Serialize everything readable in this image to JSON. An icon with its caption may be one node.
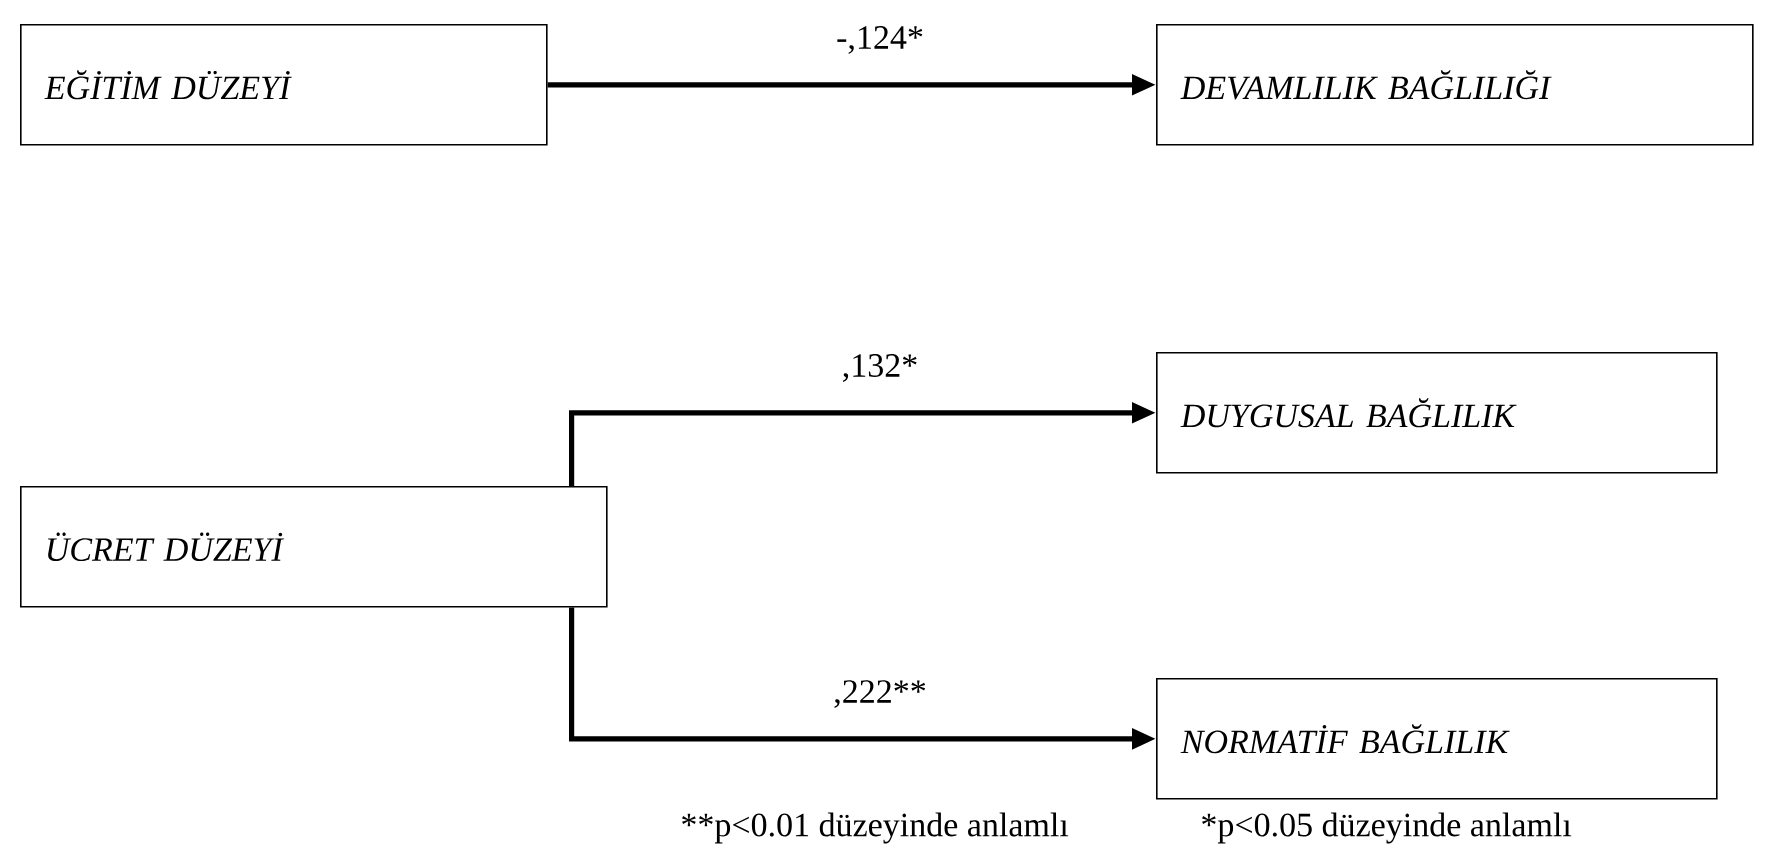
{
  "diagram": {
    "nodes": [
      {
        "text": [
          "EĞİTİM DÜZEYİ"
        ]
      },
      {
        "text": [
          "DEVAMLILIK BAĞLILIĞI"
        ]
      },
      {
        "text": [
          "ÜCRET DÜZEYİ"
        ]
      },
      {
        "text": [
          "DUYGUSAL BAĞLILIK"
        ]
      },
      {
        "text": [
          "NORMATİF BAĞLILIK"
        ]
      }
    ],
    "edges": [
      {
        "from": 0,
        "to": 1,
        "arrow": "to",
        "label": "-,124*"
      },
      {
        "from": 2,
        "to": 3,
        "arrow": "to",
        "label": ",132*"
      },
      {
        "from": 2,
        "to": 4,
        "arrow": "to",
        "label": ",222**"
      }
    ],
    "labels": [
      "**p<0.01 düzeyinde anlamlı",
      "*p<0.05 düzeyinde anlamlı"
    ]
  }
}
